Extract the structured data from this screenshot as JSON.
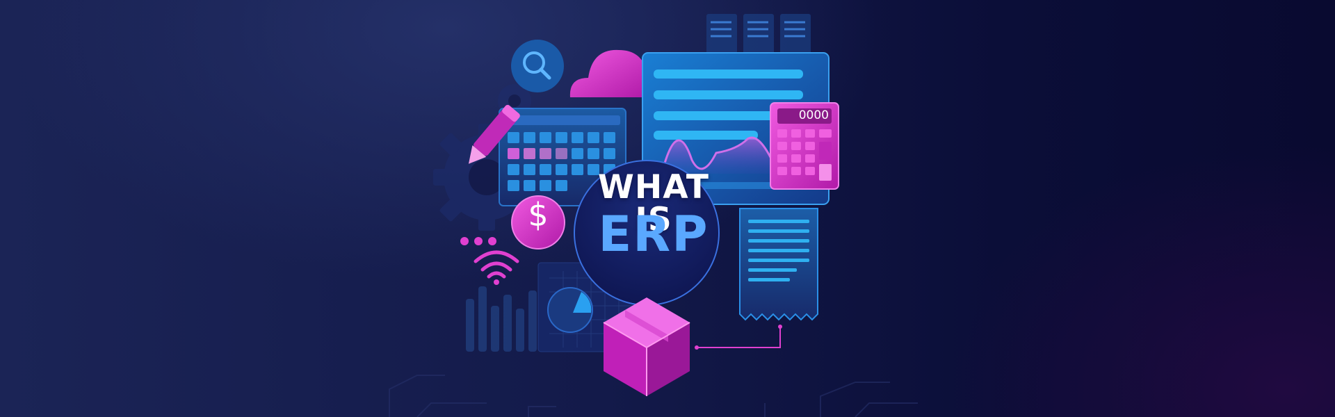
{
  "banner": {
    "headline": "WHAT IS",
    "subline": "ERP",
    "calculator_display": "0000",
    "currency_symbol": "$"
  },
  "icons": [
    "search-icon",
    "cloud-icon",
    "gear-icon",
    "calendar-icon",
    "pencil-icon",
    "dollar-coin-icon",
    "wifi-icon",
    "dots-icon",
    "bar-chart-icon",
    "pie-chart-icon",
    "document-icon",
    "calculator-icon",
    "receipt-icon",
    "server-icon",
    "package-box-icon"
  ],
  "colors": {
    "background": "#131a4a",
    "accent_magenta": "#e83ad3",
    "accent_blue": "#2aa8f0",
    "headline_white": "#ffffff",
    "erp_blue": "#5aa8ff"
  }
}
